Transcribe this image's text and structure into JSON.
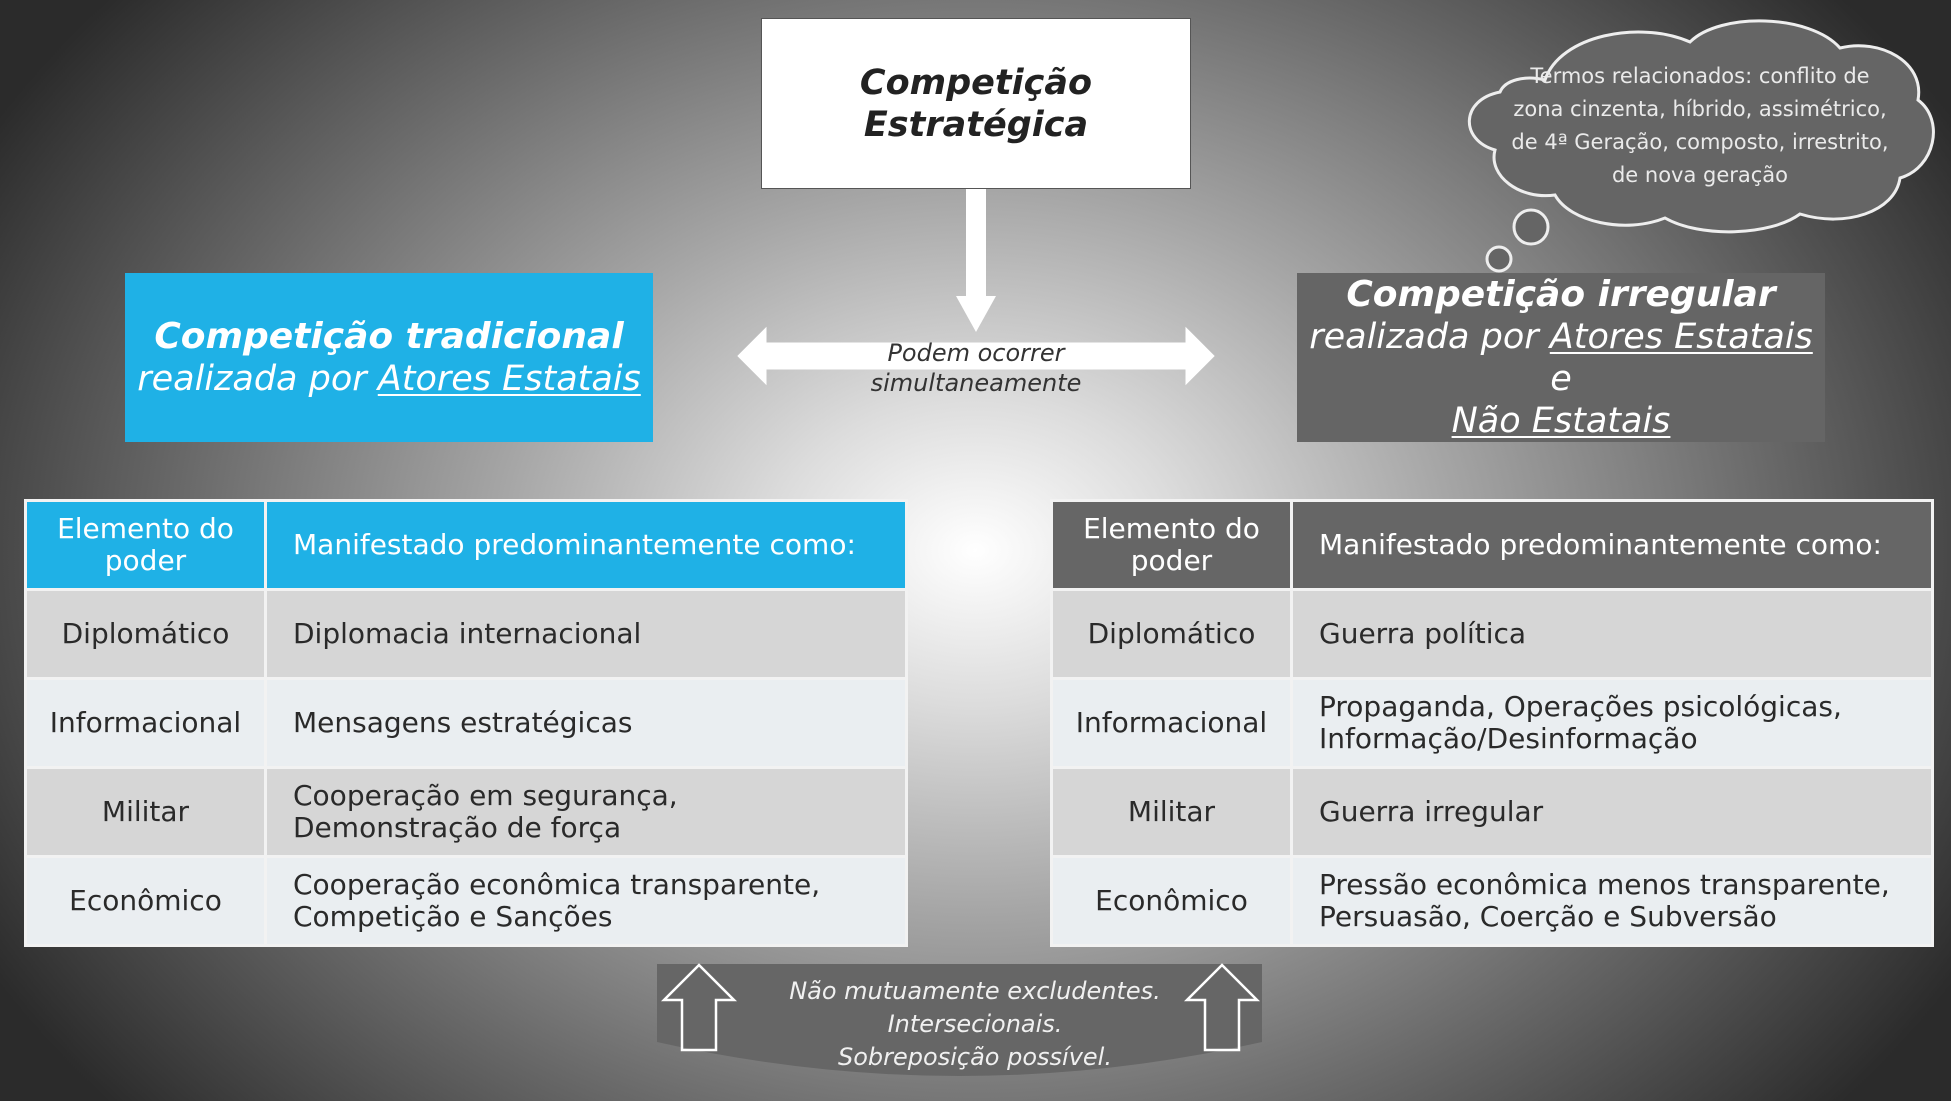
{
  "top_box": {
    "line1": "Competição",
    "line2": "Estratégica"
  },
  "cloud": {
    "lines": [
      "Termos relacionados: conflito de",
      "zona cinzenta, híbrido, assimétrico,",
      "de 4ª Geração, composto, irrestrito,",
      "de nova geração"
    ]
  },
  "simultaneous_label": "Podem ocorrer simultaneamente",
  "traditional": {
    "title": "Competição tradicional",
    "sub_prefix": "realizada por ",
    "sub_link": "Atores Estatais"
  },
  "irregular": {
    "title": "Competição irregular",
    "sub_prefix": "realizada por ",
    "sub_link1": "Atores Estatais",
    "sub_mid": " e",
    "sub_link2": "Não Estatais"
  },
  "left_table": {
    "header": [
      "Elemento do poder",
      "Manifestado predominantemente como:"
    ],
    "rows": [
      [
        "Diplomático",
        "Diplomacia internacional"
      ],
      [
        "Informacional",
        "Mensagens estratégicas"
      ],
      [
        "Militar",
        "Cooperação em segurança, Demonstração de força"
      ],
      [
        "Econômico",
        "Cooperação econômica transparente, Competição e Sanções"
      ]
    ]
  },
  "right_table": {
    "header": [
      "Elemento do poder",
      "Manifestado predominantemente como:"
    ],
    "rows": [
      [
        "Diplomático",
        "Guerra política"
      ],
      [
        "Informacional",
        "Propaganda, Operações psicológicas, Informação/Desinformação"
      ],
      [
        "Militar",
        "Guerra irregular"
      ],
      [
        "Econômico",
        "Pressão econômica menos transparente, Persuasão, Coerção e Subversão"
      ]
    ]
  },
  "bottom": {
    "lines": [
      "Não mutuamente excludentes.",
      "Intersecionais.",
      "Sobreposição possível."
    ]
  },
  "colors": {
    "blue": "#1fb1e6",
    "gray": "#656565"
  }
}
